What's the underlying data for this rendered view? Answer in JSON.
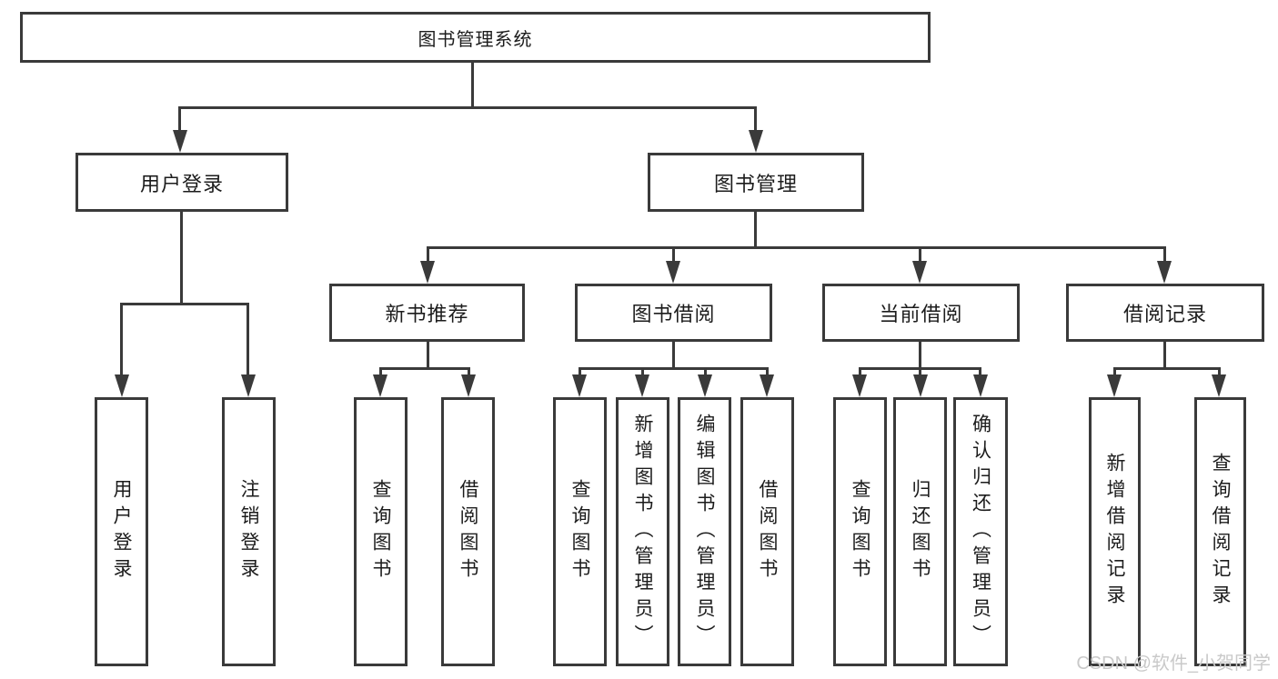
{
  "diagram": {
    "root": {
      "label": "图书管理系统"
    },
    "children": [
      {
        "label": "用户登录",
        "children": [
          {
            "label": "用户登录"
          },
          {
            "label": "注销登录"
          }
        ]
      },
      {
        "label": "图书管理",
        "children": [
          {
            "label": "新书推荐",
            "children": [
              {
                "label": "查询图书"
              },
              {
                "label": "借阅图书"
              }
            ]
          },
          {
            "label": "图书借阅",
            "children": [
              {
                "label": "查询图书"
              },
              {
                "label": "新增图书（管理员）"
              },
              {
                "label": "编辑图书（管理员）"
              },
              {
                "label": "借阅图书"
              }
            ]
          },
          {
            "label": "当前借阅",
            "children": [
              {
                "label": "查询图书"
              },
              {
                "label": "归还图书"
              },
              {
                "label": "确认归还（管理员）"
              }
            ]
          },
          {
            "label": "借阅记录",
            "children": [
              {
                "label": "新增借阅记录"
              },
              {
                "label": "查询借阅记录"
              }
            ]
          }
        ]
      }
    ]
  },
  "watermark": {
    "text": "CSDN @软件_小贺同学"
  },
  "colors": {
    "line": "#3a3a3a",
    "text": "#1c1c1c",
    "watermark": "#c9c9c9",
    "background": "#ffffff"
  }
}
